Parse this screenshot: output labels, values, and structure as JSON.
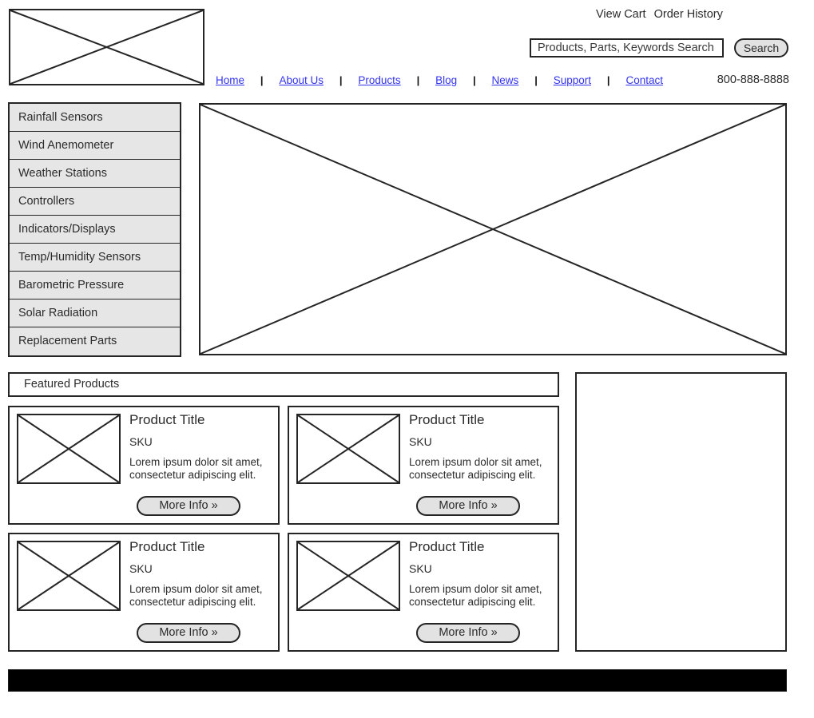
{
  "header": {
    "logo_alt": "Company Logo",
    "utility_links": [
      {
        "label": "View Cart"
      },
      {
        "label": "Order History"
      }
    ],
    "search": {
      "placeholder": "Products, Parts, Keywords Search",
      "value": "",
      "button_label": "Search"
    },
    "nav": [
      {
        "label": "Home"
      },
      {
        "label": "About Us"
      },
      {
        "label": "Products"
      },
      {
        "label": "Blog"
      },
      {
        "label": "News"
      },
      {
        "label": "Support"
      },
      {
        "label": "Contact"
      }
    ],
    "nav_separator": "|",
    "phone": "800-888-8888"
  },
  "sidebar": {
    "items": [
      {
        "label": "Rainfall Sensors"
      },
      {
        "label": "Wind Anemometer"
      },
      {
        "label": "Weather Stations"
      },
      {
        "label": "Controllers"
      },
      {
        "label": "Indicators/Displays"
      },
      {
        "label": "Temp/Humidity Sensors"
      },
      {
        "label": "Barometric Pressure"
      },
      {
        "label": "Solar Radiation"
      },
      {
        "label": "Replacement Parts"
      }
    ]
  },
  "hero": {
    "alt": "Hero Banner Image"
  },
  "featured": {
    "heading": "Featured Products",
    "products": [
      {
        "title": "Product Title",
        "sku": "SKU",
        "description": "Lorem ipsum dolor sit amet, consectetur adipiscing elit.",
        "cta": "More Info »"
      },
      {
        "title": "Product Title",
        "sku": "SKU",
        "description": "Lorem ipsum dolor sit amet, consectetur adipiscing elit.",
        "cta": "More Info »"
      },
      {
        "title": "Product Title",
        "sku": "SKU",
        "description": "Lorem ipsum dolor sit amet, consectetur adipiscing elit.",
        "cta": "More Info »"
      },
      {
        "title": "Product Title",
        "sku": "SKU",
        "description": "Lorem ipsum dolor sit amet, consectetur adipiscing elit.",
        "cta": "More Info »"
      }
    ]
  },
  "promo_panel": {
    "alt": "Promotional Panel"
  },
  "footer": {
    "label": ""
  },
  "colors": {
    "outline": "#252525",
    "sidebar_fill": "#e6e6e6",
    "button_fill": "#e2e2e2",
    "link": "#3333ee",
    "footer_fill": "#000000",
    "text": "#2b2b2b"
  }
}
